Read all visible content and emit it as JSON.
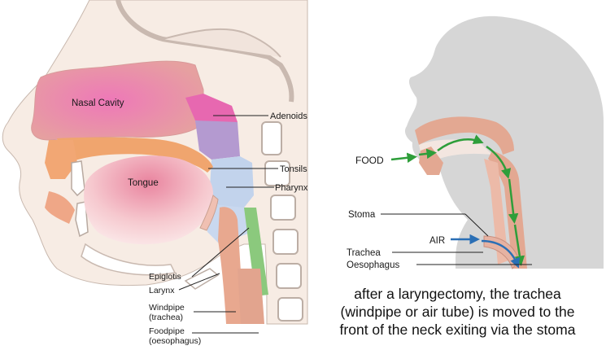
{
  "left_panel": {
    "labels": {
      "nasal_cavity": "Nasal Cavity",
      "tongue": "Tongue",
      "adenoids": "Adenoids",
      "tonsils": "Tonsils",
      "pharynx": "Pharynx",
      "epiglottis": "Epiglotis",
      "larynx": "Larynx",
      "windpipe": "Windpipe",
      "windpipe_sub": "(trachea)",
      "foodpipe": "Foodpipe",
      "foodpipe_sub": "(oesophagus)"
    }
  },
  "right_panel": {
    "labels": {
      "food": "FOOD",
      "stoma": "Stoma",
      "air": "AIR",
      "trachea": "Trachea",
      "oesophagus": "Oesophagus"
    },
    "caption": {
      "line1": "after a laryngectomy, the trachea",
      "line2": "(windpipe or air tube) is moved to the",
      "line3": "front of the neck exiting via the stoma"
    }
  },
  "colors": {
    "food_arrow": "#2e9e3a",
    "air_arrow": "#2b6fb5",
    "head_silhouette": "#d5d5d5",
    "tissue": "#e3a892",
    "nasal": "#e58ab0",
    "adenoid": "#b78fc4",
    "pharynx": "#b9cde8",
    "oesophagus_green": "#88c97a"
  }
}
